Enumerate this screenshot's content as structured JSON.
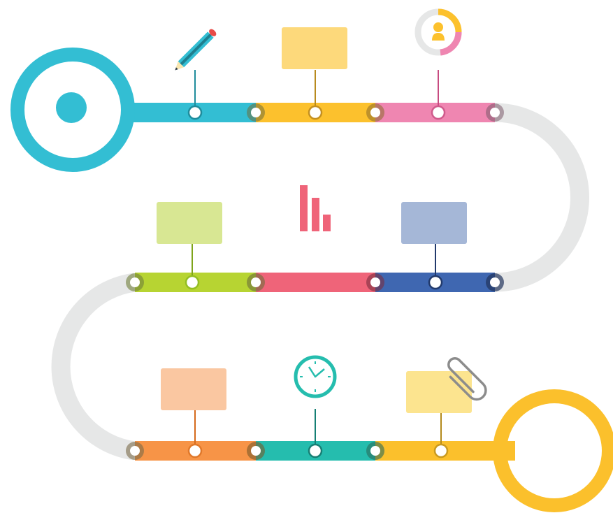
{
  "colors": {
    "track_gray": "#e6e7e7",
    "cyan": "#33bed3",
    "yellow": "#fcc12d",
    "pink": "#ef86b1",
    "lime": "#b7d432",
    "red": "#ef6479",
    "blue": "#3f67b1",
    "orange": "#f79447",
    "teal": "#25bdae",
    "gold": "#fbc02c",
    "box_yellow": "#fdd97b",
    "box_lime": "#d8e793",
    "box_blue": "#a5b7d7",
    "box_peach": "#fac7a1",
    "box_lightyellow": "#fce48f"
  },
  "rows": [
    {
      "segments": [
        "cyan",
        "yellow",
        "pink"
      ],
      "items": [
        {
          "kind": "icon",
          "icon": "pencil-icon",
          "color": "cyan"
        },
        {
          "kind": "box",
          "color": "yellow",
          "box": "box_yellow"
        },
        {
          "kind": "icon",
          "icon": "user-icon",
          "color": "pink"
        }
      ]
    },
    {
      "segments": [
        "lime",
        "red",
        "blue"
      ],
      "items": [
        {
          "kind": "box",
          "color": "lime",
          "box": "box_lime"
        },
        {
          "kind": "icon",
          "icon": "bar-chart-icon",
          "color": "red"
        },
        {
          "kind": "box",
          "color": "blue",
          "box": "box_blue"
        }
      ]
    },
    {
      "segments": [
        "orange",
        "teal",
        "gold"
      ],
      "items": [
        {
          "kind": "box",
          "color": "orange",
          "box": "box_peach"
        },
        {
          "kind": "icon",
          "icon": "clock-icon",
          "color": "teal"
        },
        {
          "kind": "box",
          "color": "gold",
          "box": "box_lightyellow",
          "icon": "paperclip-icon"
        }
      ]
    }
  ],
  "start_marker": {
    "color": "cyan"
  },
  "end_marker": {
    "color": "gold"
  }
}
